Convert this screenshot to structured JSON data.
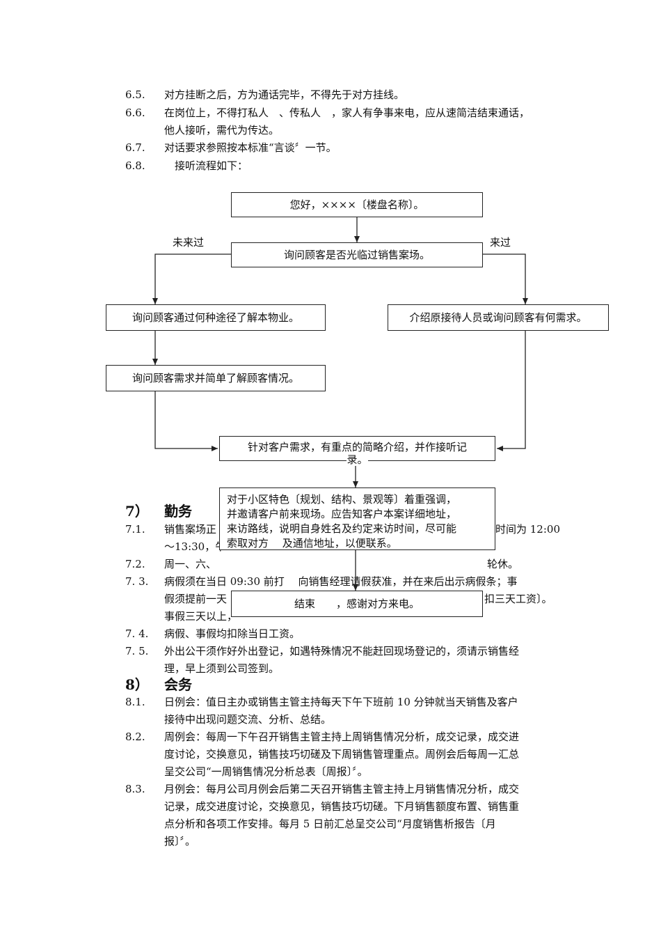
{
  "section6": {
    "items": [
      {
        "num": "6.5.",
        "lines": [
          "对方挂断之后，方为通话完毕，不得先于对方挂线。"
        ]
      },
      {
        "num": "6.6.",
        "lines": [
          "在岗位上，不得打私人　、传私人　，家人有争事来电，应从速简洁结束通话，",
          "他人接听，需代为传达。"
        ]
      },
      {
        "num": "6.7.",
        "lines": [
          "对话要求参照按本标准“言谈〞一节。"
        ]
      },
      {
        "num": "6.8.",
        "lines": [
          "　接听流程如下："
        ]
      }
    ]
  },
  "flowchart": {
    "greeting": "您好，××××〔楼盘名称〕。",
    "ask_visited": "询问顾客是否光临过销售案场。",
    "label_not_visited": "未来过",
    "label_visited": "来过",
    "ask_channel": "询问顾客通过何种途径了解本物业。",
    "introduce_receptionist": "介绍原接待人员或询问顾客有何需求。",
    "ask_needs": "询问顾客需求并简单了解顾客情况。",
    "brief_intro_line1": "针对客户需求，有重点的简略介绍，并作接听记",
    "brief_intro_line2": "录。",
    "emphasis_lines": [
      "对于小区特色〔规划、结构、景观等〕着重强调，",
      "并邀请客户前来现场。应告知客户本案详细地址，",
      "来访路线，说明自身姓名及约定来访时间，尽可能",
      "索取对方　 及通信地址，以便联系。"
    ],
    "end": "结束　　，感谢对方来电。"
  },
  "section7": {
    "heading_num": "7）",
    "heading": "勤务",
    "items": [
      {
        "num": "7.1.",
        "lines": [
          "销售案场正",
          "～13:30，午"
        ],
        "tail_right": "时间为 12:00"
      },
      {
        "num": "7.2.",
        "lines": [
          "周一、六、"
        ],
        "tail_right": "轮休。"
      },
      {
        "num": "7. 3.",
        "lines": [
          "病假须在当日 09:30 前打　 向销售经理请假获准，并在来后出示病假条；事",
          "假须提前一天",
          "事假三天以上，"
        ],
        "tail_right": "扣三天工资〕。"
      },
      {
        "num": "7. 4.",
        "lines": [
          "病假、事假均扣除当日工资。"
        ]
      },
      {
        "num": "7. 5.",
        "lines": [
          "外出公干须作好外出登记，如遇特殊情况不能赶回现场登记的，须请示销售经",
          "理，早上须到公司签到。"
        ]
      }
    ]
  },
  "section8": {
    "heading_num": "8）",
    "heading": "会务",
    "items": [
      {
        "num": "8.1.",
        "lines": [
          "日例会：值日主办或销售主管主持每天下午下班前 10 分钟就当天销售及客户",
          "接待中出现问题交流、分析、总结。"
        ]
      },
      {
        "num": "8.2.",
        "lines": [
          "周例会：每周一下午召开销售主管主持上周销售情况分析，成交记录，成交进",
          "度讨论，交换意见，销售技巧切磋及下周销售管理重点。周例会后每周一汇总",
          "呈交公司“一周销售情况分析总表〔周报〕〞。"
        ]
      },
      {
        "num": "8.3.",
        "lines": [
          "月例会：每月公司月例会后第二天召开销售主管主持上月销售情况分析，成交",
          "记录，成交进度讨论，交换意见，销售技巧切磋。下月销售额度布置、销售重",
          "点分析和各项工作安排。每月 5 日前汇总呈交公司“月度销售析报告〔月",
          "报〕〞。"
        ]
      }
    ]
  }
}
